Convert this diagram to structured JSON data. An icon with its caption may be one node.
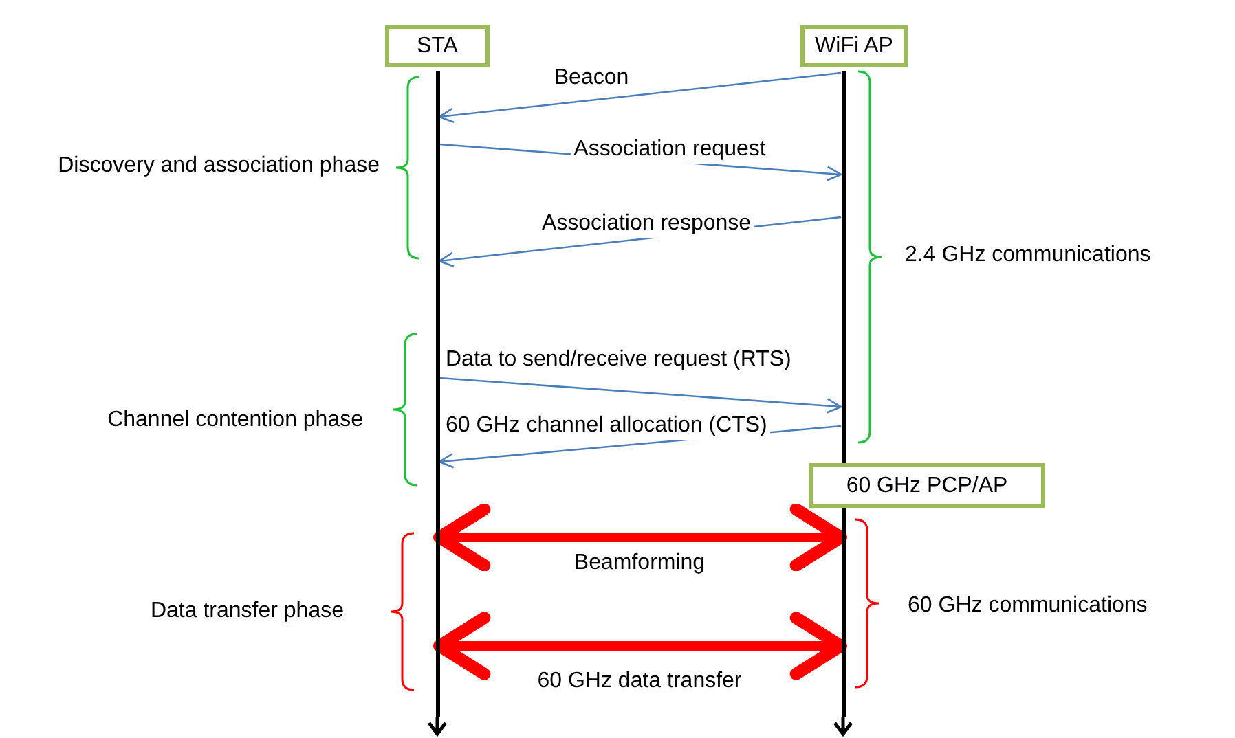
{
  "diagram": {
    "nodes": [
      {
        "text": [
          "STA"
        ]
      },
      {
        "text": [
          "WiFi AP"
        ]
      },
      {
        "text": [],
        "shape": "bar"
      },
      {
        "text": [],
        "shape": "bar"
      },
      {
        "text": [
          "60 GHz PCP/AP"
        ]
      }
    ],
    "edges": [
      {
        "from": 3,
        "to": 2,
        "arrow": "to",
        "label": "Beacon"
      },
      {
        "from": 2,
        "to": 3,
        "arrow": "to",
        "label": "Association request"
      },
      {
        "from": 3,
        "to": 2,
        "arrow": "to",
        "label": "Association response"
      },
      {
        "from": 2,
        "to": 3,
        "arrow": "to",
        "label": "Data to send/receive request (RTS)"
      },
      {
        "from": 3,
        "to": 2,
        "arrow": "to",
        "label": "60 GHz channel allocation (CTS)"
      },
      {
        "from": 2,
        "to": 3,
        "arrow": "both",
        "label": "Beamforming",
        "style": "thick",
        "color": "#ff0000"
      },
      {
        "from": 2,
        "to": 3,
        "arrow": "both",
        "label": "60 GHz data transfer",
        "style": "thick",
        "color": "#ff0000"
      }
    ],
    "labels": [
      "Discovery and association phase",
      "2.4 GHz communications",
      "Channel contention phase",
      "Data transfer phase",
      "60 GHz communications"
    ]
  }
}
